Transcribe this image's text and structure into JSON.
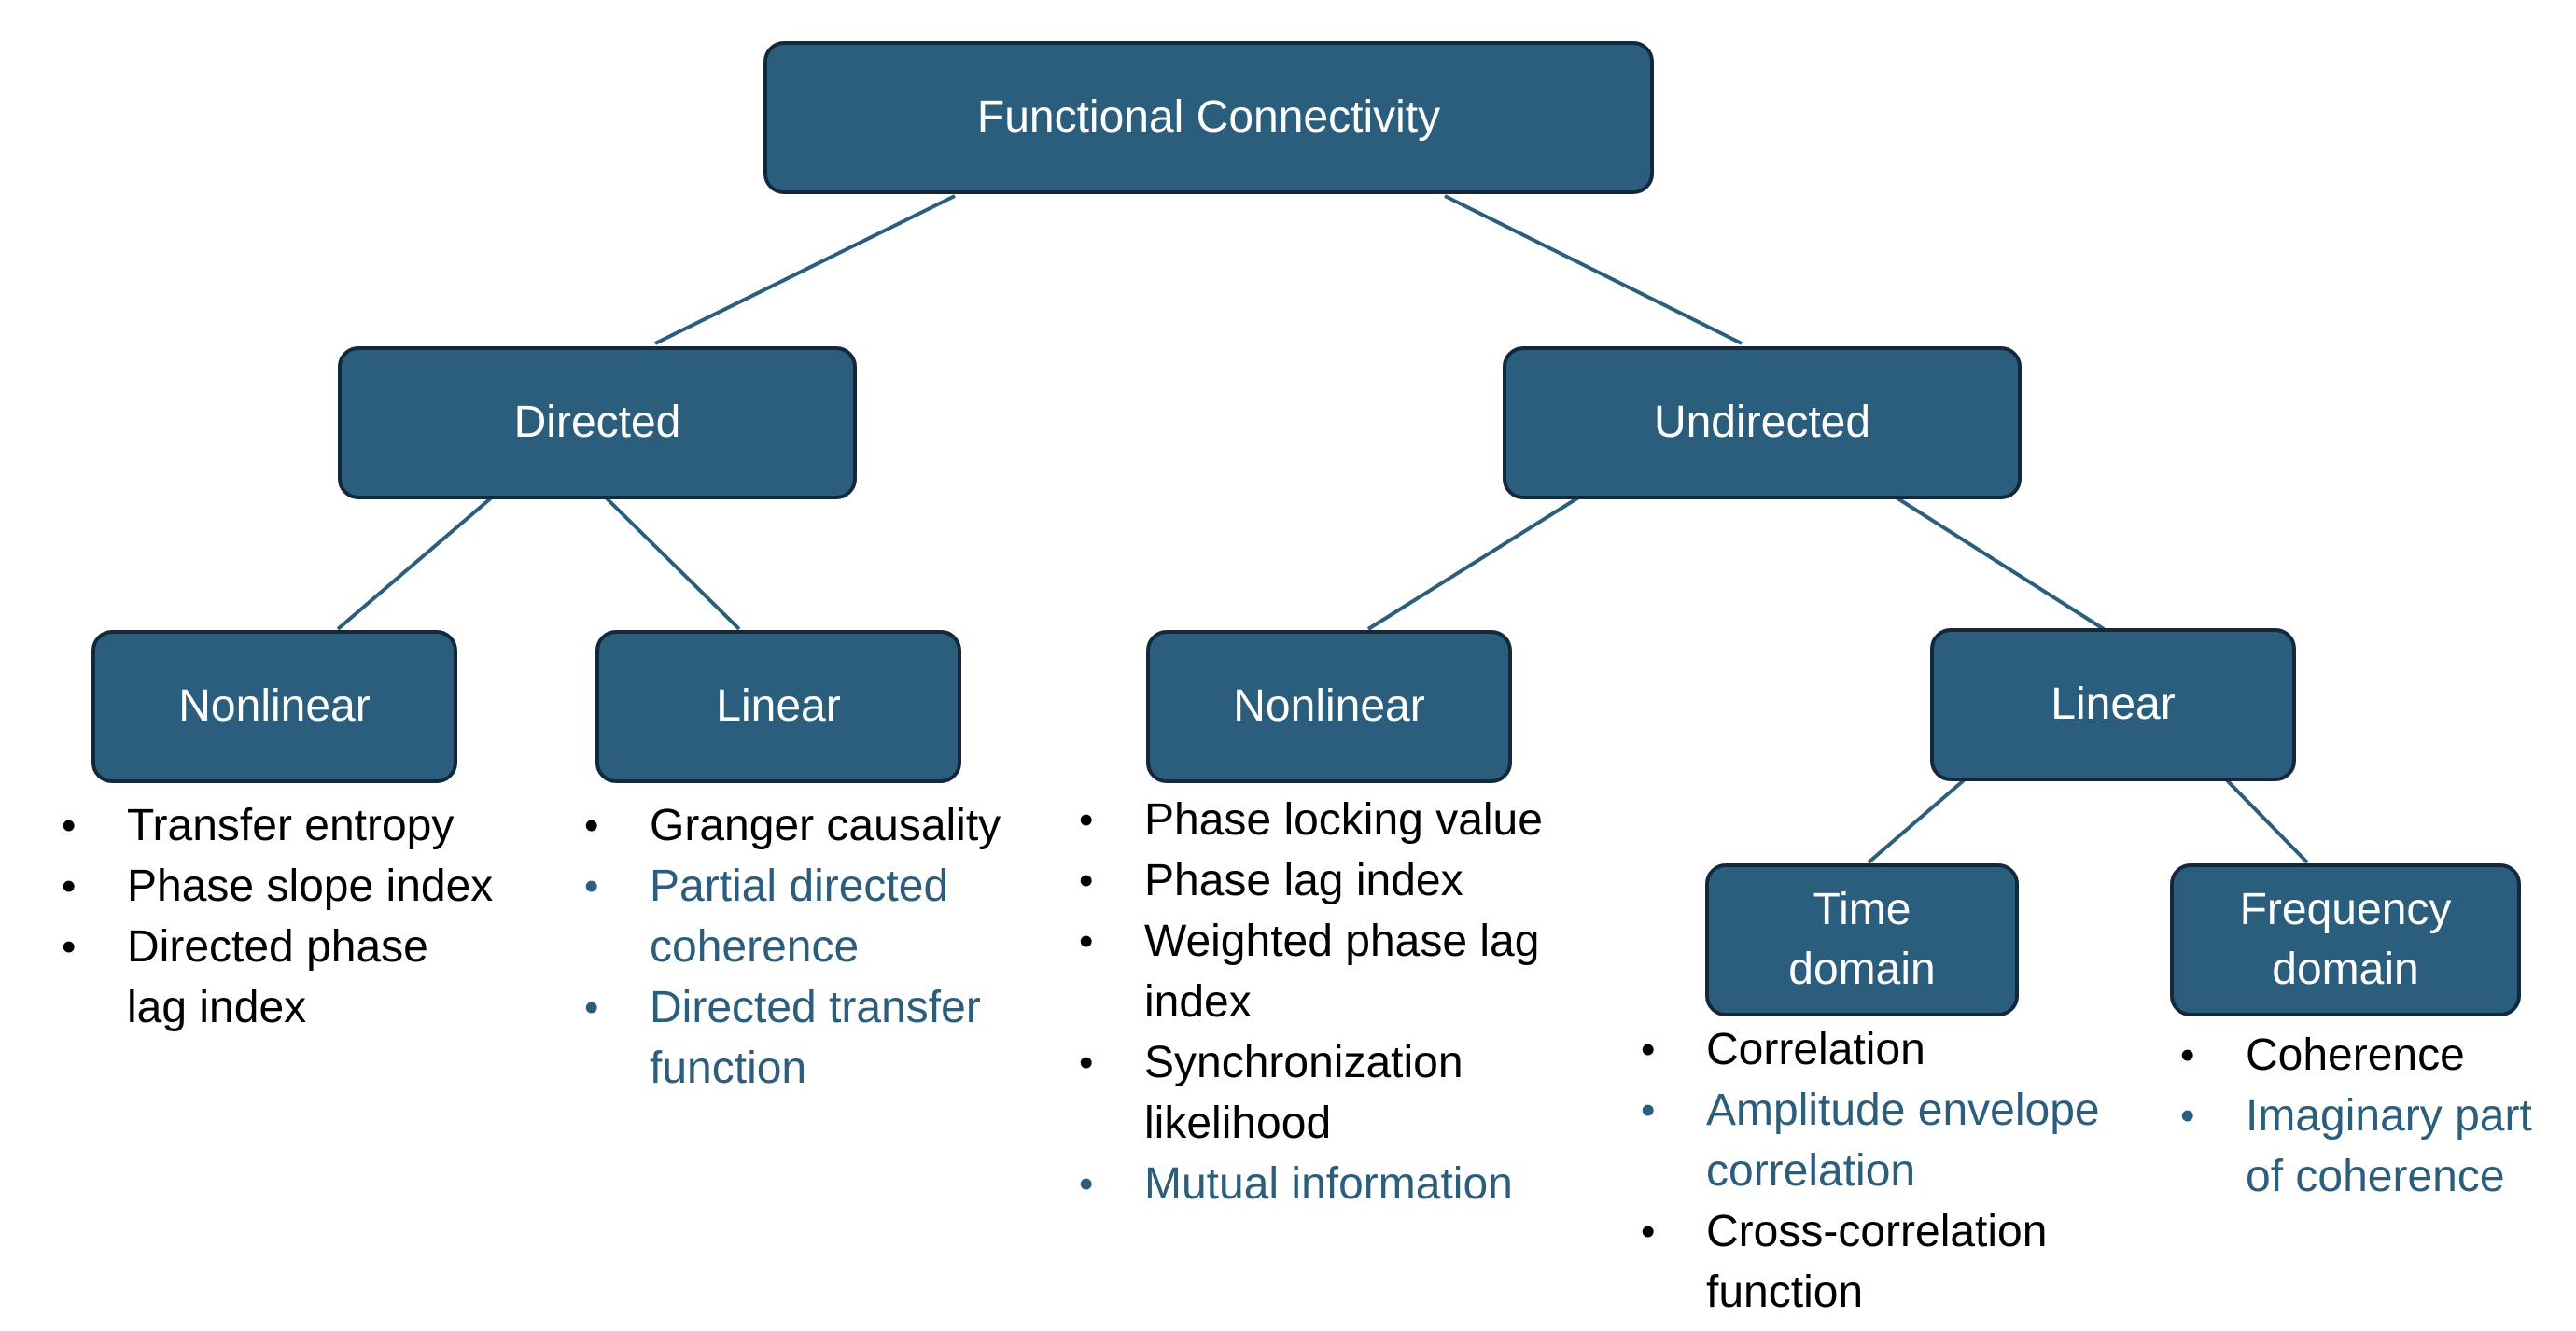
{
  "colors": {
    "node_fill": "#2b5d7d",
    "node_border": "#13293b",
    "node_text": "#ffffff",
    "connector": "#2b5d7d",
    "item_text": "#000000",
    "highlight_text": "#2b5d7d"
  },
  "root": {
    "label": "Functional Connectivity"
  },
  "directed": {
    "label": "Directed",
    "nonlinear": {
      "label": "Nonlinear",
      "items": [
        {
          "text": "Transfer entropy",
          "highlight": false
        },
        {
          "text": "Phase slope index",
          "highlight": false
        },
        {
          "text": "Directed phase lag index",
          "highlight": false
        }
      ]
    },
    "linear": {
      "label": "Linear",
      "items": [
        {
          "text": "Granger causality",
          "highlight": false
        },
        {
          "text": "Partial directed coherence",
          "highlight": true
        },
        {
          "text": "Directed transfer function",
          "highlight": true
        }
      ]
    }
  },
  "undirected": {
    "label": "Undirected",
    "nonlinear": {
      "label": "Nonlinear",
      "items": [
        {
          "text": "Phase locking value",
          "highlight": false
        },
        {
          "text": "Phase lag index",
          "highlight": false
        },
        {
          "text": "Weighted phase lag index",
          "highlight": false
        },
        {
          "text": "Synchronization likelihood",
          "highlight": false
        },
        {
          "text": "Mutual information",
          "highlight": true
        }
      ]
    },
    "linear": {
      "label": "Linear",
      "time_domain": {
        "label_line1": "Time",
        "label_line2": "domain",
        "items": [
          {
            "text": "Correlation",
            "highlight": false
          },
          {
            "text": "Amplitude envelope correlation",
            "highlight": true
          },
          {
            "text": "Cross-correlation function",
            "highlight": false
          }
        ]
      },
      "frequency_domain": {
        "label_line1": "Frequency",
        "label_line2": "domain",
        "items": [
          {
            "text": "Coherence",
            "highlight": false
          },
          {
            "text": "Imaginary part of coherence",
            "highlight": true
          }
        ]
      }
    }
  }
}
